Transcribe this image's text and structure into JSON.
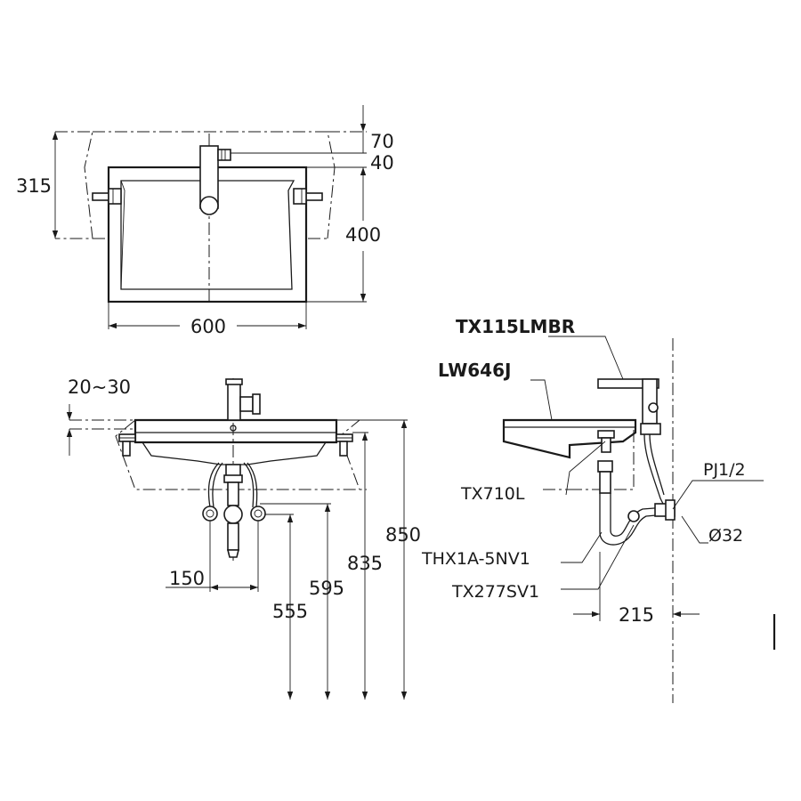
{
  "plan_view": {
    "dim_width": "600",
    "dim_depth": "400",
    "dim_side": "315",
    "dim_top_offset": "70",
    "dim_faucet_offset": "40"
  },
  "front_view": {
    "dim_rim_range": "20~30",
    "dim_supply_spacing": "150",
    "dim_supply_height": "555",
    "dim_trap_height": "595",
    "dim_basin_height": "835",
    "dim_total_height": "850"
  },
  "side_view": {
    "faucet_model": "TX115LMBR",
    "basin_model": "LW646J",
    "bracket_model": "TX710L",
    "supply_model": "THX1A-5NV1",
    "trap_model": "TX277SV1",
    "thread_size": "PJ1/2",
    "drain_diameter": "Ø32",
    "dim_wall_offset": "215"
  }
}
